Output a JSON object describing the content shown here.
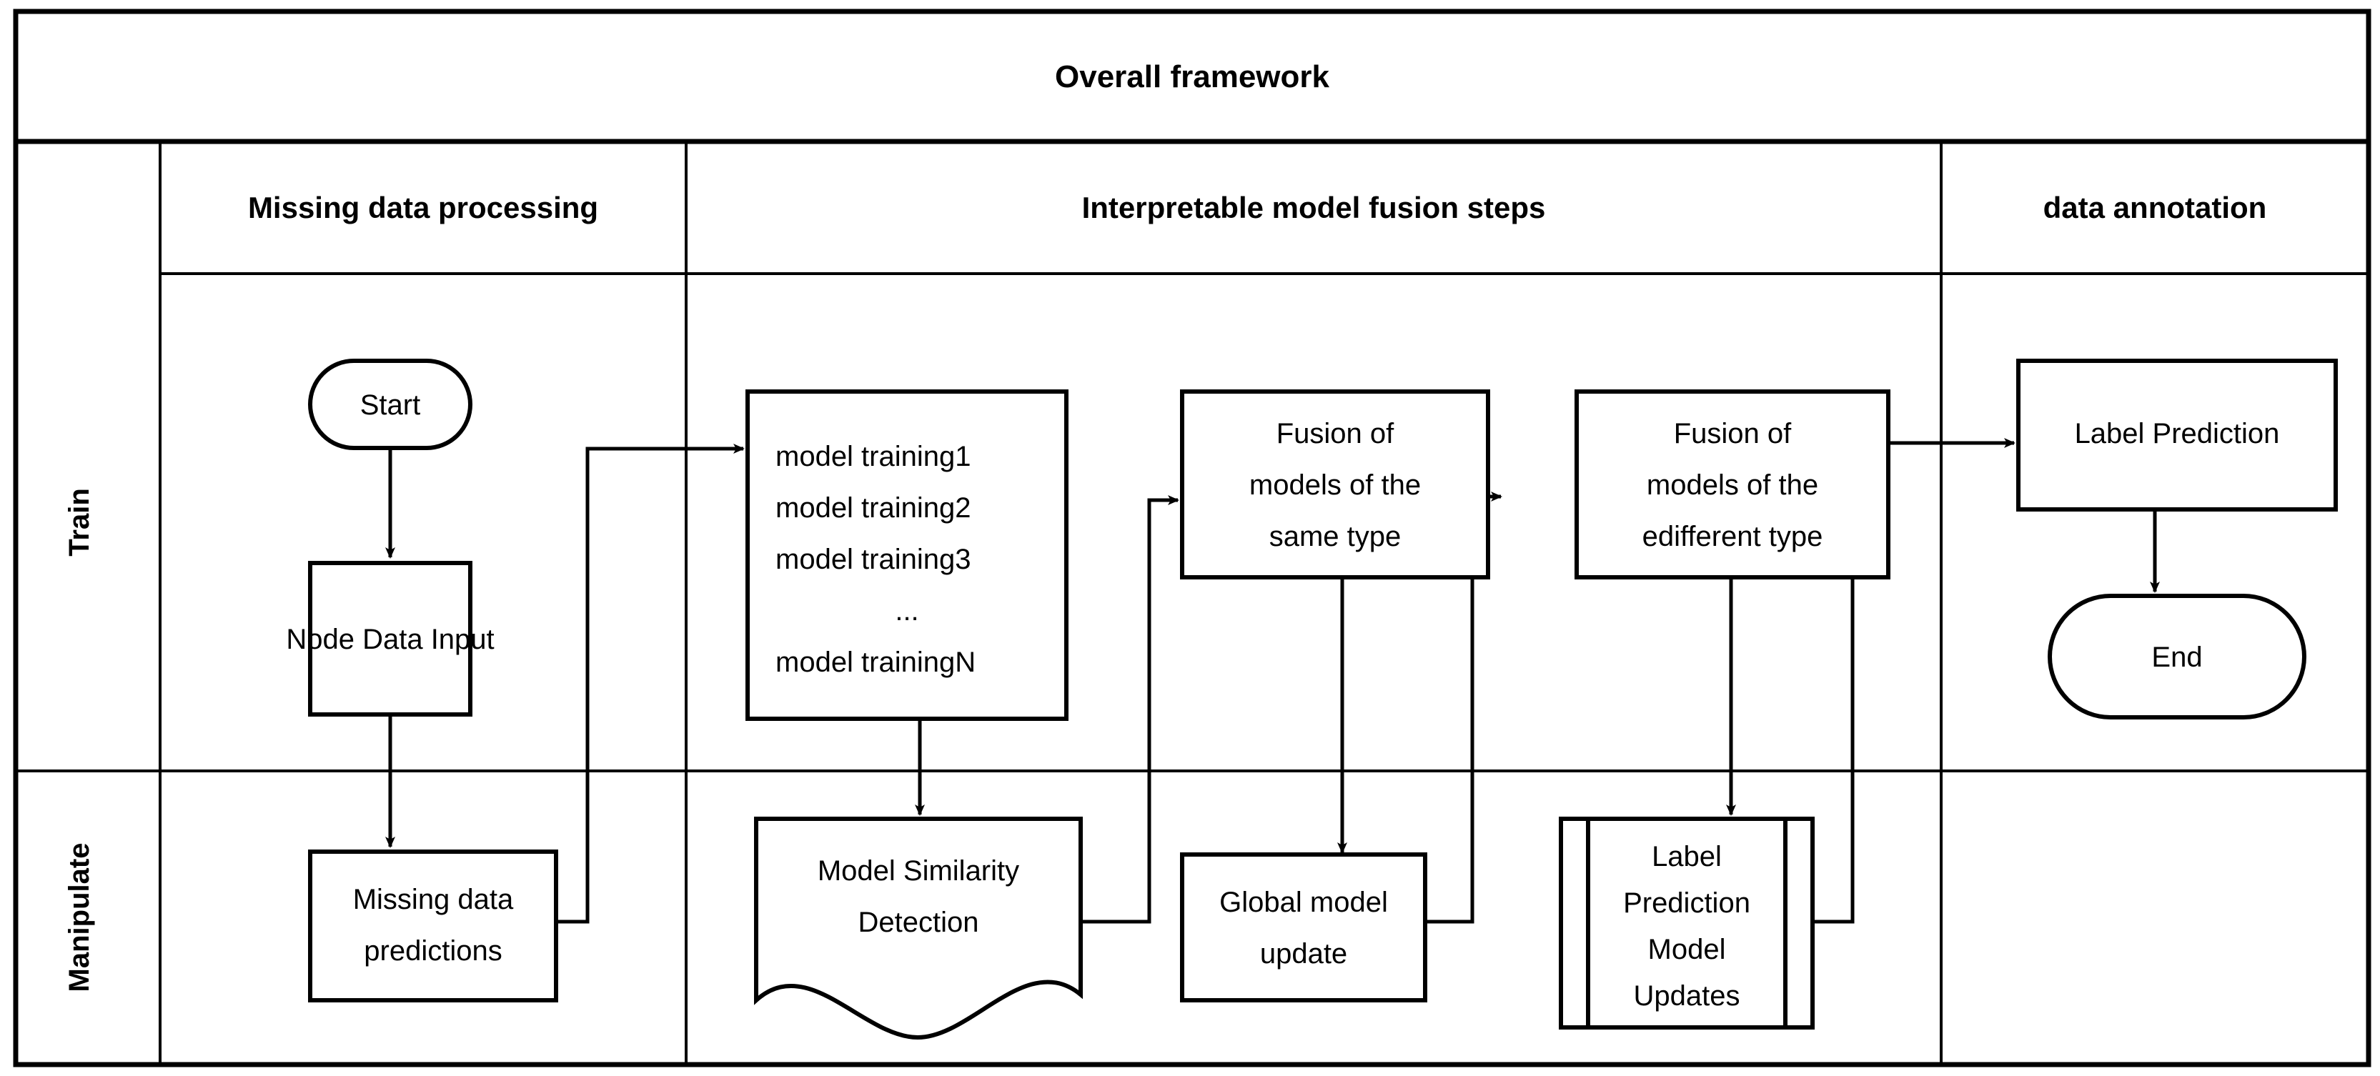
{
  "title": "Overall framework",
  "columns": [
    {
      "id": "missing-data-processing",
      "label": "Missing data processing"
    },
    {
      "id": "interpretable-model-fusion-steps",
      "label": "Interpretable model fusion steps"
    },
    {
      "id": "data-annotation",
      "label": "data annotation"
    }
  ],
  "lanes": [
    {
      "id": "train",
      "label": "Train"
    },
    {
      "id": "manipulate",
      "label": "Manipulate"
    }
  ],
  "nodes": {
    "start": {
      "label": "Start",
      "shape": "terminator"
    },
    "node_data_input": {
      "label": "Node Data Input",
      "shape": "process"
    },
    "missing_data_predictions": {
      "line1": "Missing data",
      "line2": "predictions",
      "shape": "process"
    },
    "model_training": {
      "shape": "process",
      "lines": [
        "model training1",
        "model training2",
        "model training3",
        "...",
        "model trainingN"
      ]
    },
    "model_similarity_detection": {
      "line1": "Model Similarity",
      "line2": "Detection",
      "shape": "document"
    },
    "fusion_same_type": {
      "line1": "Fusion of",
      "line2": "models of the",
      "line3": "same type",
      "shape": "process"
    },
    "global_model_update": {
      "line1": "Global model",
      "line2": "update",
      "shape": "process"
    },
    "fusion_different_type": {
      "line1": "Fusion of",
      "line2": "models of the",
      "line3": "edifferent type",
      "shape": "process"
    },
    "label_prediction_model_updates": {
      "line1": "Label",
      "line2": "Prediction",
      "line3": "Model",
      "line4": "Updates",
      "shape": "predefined-process"
    },
    "label_prediction": {
      "label": "Label Prediction",
      "shape": "process"
    },
    "end": {
      "label": "End",
      "shape": "terminator"
    }
  },
  "colors": {
    "stroke": "#000000",
    "fill": "#ffffff",
    "background": "#ffffff"
  }
}
